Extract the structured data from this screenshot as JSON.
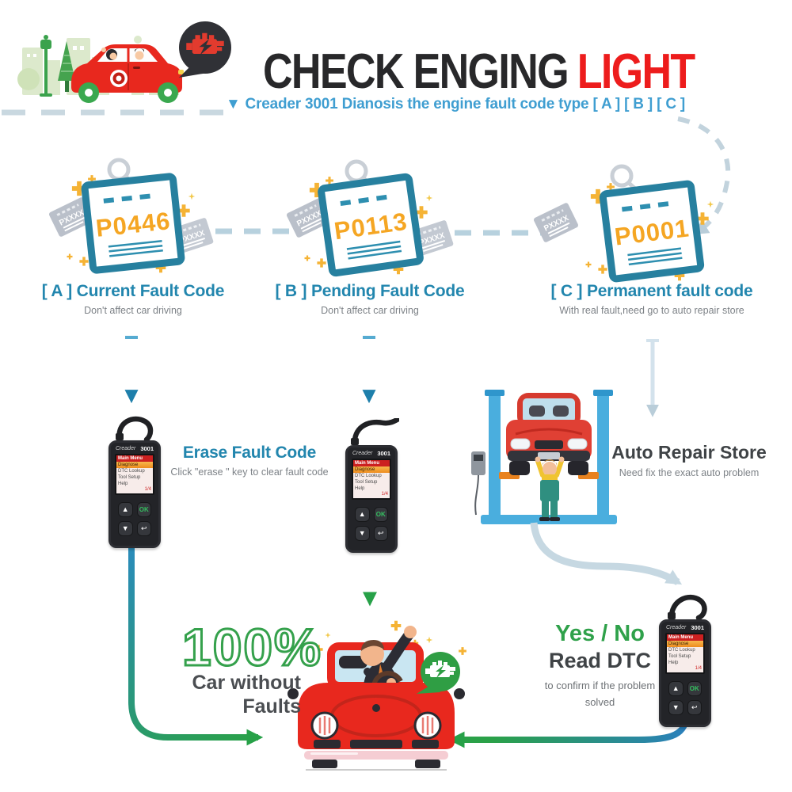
{
  "header": {
    "title_dark": "CHECK ENGING",
    "title_red": "LIGHT",
    "subtitle_marker": "▼",
    "subtitle": "Creader 3001 Dianosis the engine fault code type [ A ] [ B ] [ C ]"
  },
  "fault_cards": [
    {
      "code": "P0446",
      "title": "[ A ] Current Fault Code",
      "desc": "Don't affect car driving"
    },
    {
      "code": "P0113",
      "title": "[ B ] Pending Fault Code",
      "desc": "Don't affect car driving"
    },
    {
      "code": "P0001",
      "title": "[ C ] Permanent fault code",
      "desc": "With real fault,need go to auto repair store"
    }
  ],
  "mini_card_text": "PXXXX",
  "erase": {
    "title": "Erase Fault Code",
    "desc": "Click \"erase \" key to clear fault code"
  },
  "repair_store": {
    "title": "Auto Repair Store",
    "desc": "Need fix the exact auto problem"
  },
  "result": {
    "percent": "100%",
    "line1": "Car without",
    "line2": "Faults"
  },
  "read_dtc": {
    "yes_no": "Yes / No",
    "title": "Read DTC",
    "desc_line1": "to confirm if the problem",
    "desc_line2": "solved"
  },
  "device": {
    "brand": "Creader",
    "model": "3001",
    "screen": {
      "title": "Main Menu",
      "items": [
        "Diagnose",
        "DTC Lookup",
        "Tool Setup",
        "Help"
      ],
      "page": "1/4"
    },
    "buttons": {
      "up": "▲",
      "down": "▼",
      "ok": "OK",
      "back": "↩"
    }
  },
  "colors": {
    "accent_teal": "#2286ae",
    "title_red": "#ed1c1c",
    "code_orange": "#f5a623",
    "flow_green": "#2aa148",
    "flow_blue": "#2a8cb8",
    "light_blue_dash": "#bcd3e0",
    "lift_blue": "#4aaede",
    "car_red": "#e8281e",
    "sparkle_orange": "#f5b335"
  }
}
